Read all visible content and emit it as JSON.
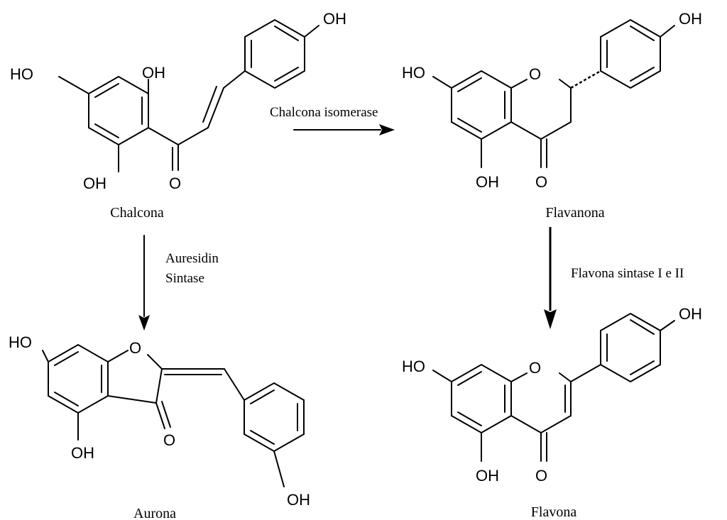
{
  "compounds": {
    "chalcona": "Chalcona",
    "flavanona": "Flavanona",
    "aurona": "Aurona",
    "flavona": "Flavona"
  },
  "enzymes": {
    "chalcona_isomerase": "Chalcona isomerase",
    "auresidin_line1": "Auresidin",
    "auresidin_line2": "Sintase",
    "flavona_sintase": "Flavona sintase I e II"
  },
  "atoms": {
    "hydroxyl": "OH",
    "hydroxyl_left": "HO",
    "oxygen": "O"
  }
}
